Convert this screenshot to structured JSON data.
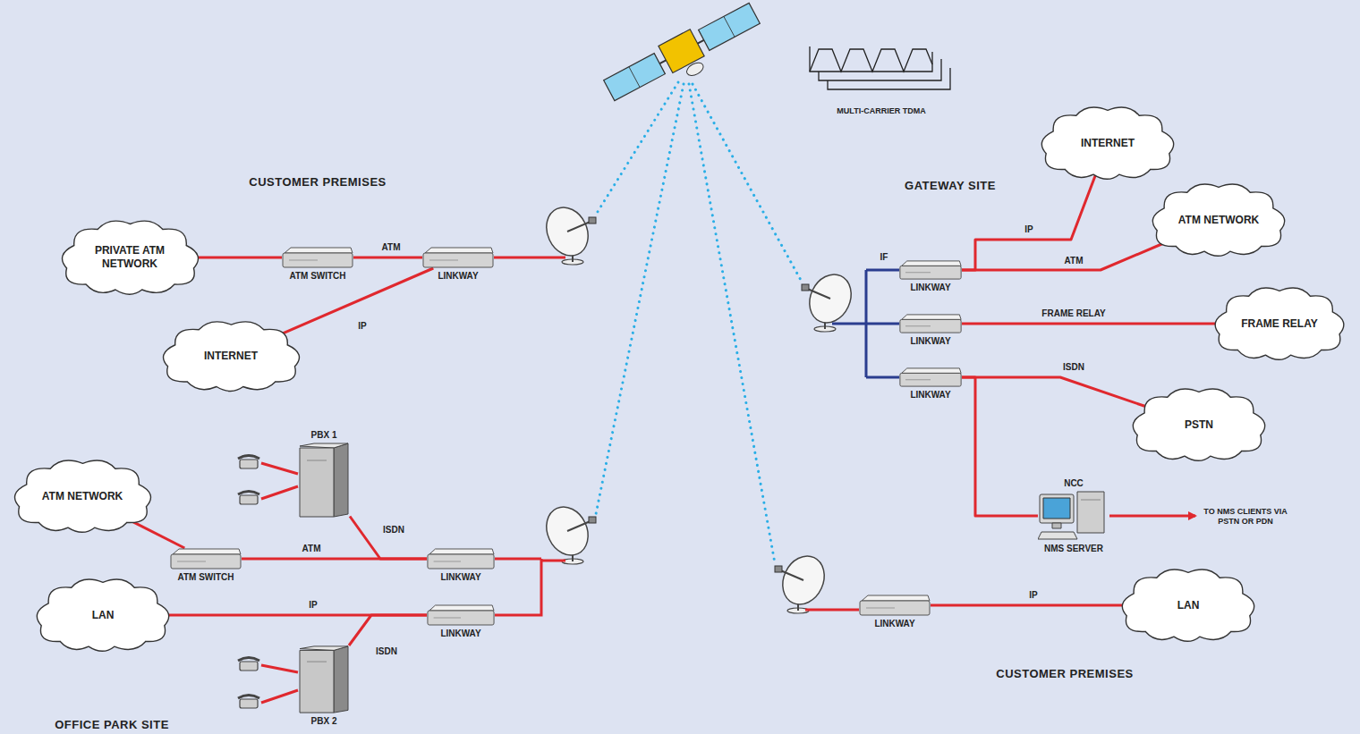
{
  "diagram": {
    "nodes": [
      {
        "text": [
          "PRIVATE ATM NETWORK"
        ]
      },
      {
        "text": [
          "ATM SWITCH"
        ]
      },
      {
        "text": [
          "LINKWAY"
        ]
      },
      {
        "text": [
          "INTERNET"
        ]
      },
      {
        "text": [
          "INTERNET"
        ]
      },
      {
        "text": [
          "ATM NETWORK"
        ]
      },
      {
        "text": [
          "FRAME RELAY"
        ]
      },
      {
        "text": [
          "PSTN"
        ]
      },
      {
        "text": [
          "LINKWAY"
        ]
      },
      {
        "text": [
          "LINKWAY"
        ]
      },
      {
        "text": [
          "LINKWAY"
        ]
      },
      {
        "text": [
          "NCC",
          "NMS SERVER"
        ]
      },
      {
        "text": [
          "ATM NETWORK"
        ]
      },
      {
        "text": [
          "ATM SWITCH"
        ]
      },
      {
        "text": [
          "PBX 1"
        ]
      },
      {
        "text": [
          "LINKWAY"
        ]
      },
      {
        "text": [
          "LAN"
        ]
      },
      {
        "text": [
          "LINKWAY"
        ]
      },
      {
        "text": [
          "PBX 2"
        ]
      },
      {
        "text": [
          "LINKWAY"
        ]
      },
      {
        "text": [
          "LAN"
        ]
      }
    ],
    "edges": [
      {
        "from": 0,
        "to": 1,
        "arrow": "none"
      },
      {
        "from": 1,
        "to": 2,
        "label": "ATM",
        "arrow": "none"
      },
      {
        "from": 3,
        "to": 2,
        "label": "IP",
        "arrow": "none"
      },
      {
        "from": 8,
        "to": 4,
        "label": "IP",
        "arrow": "none"
      },
      {
        "from": 8,
        "to": 5,
        "label": "ATM",
        "arrow": "none"
      },
      {
        "from": 9,
        "to": 6,
        "label": "FRAME RELAY",
        "arrow": "none"
      },
      {
        "from": 10,
        "to": 7,
        "label": "ISDN",
        "arrow": "none"
      },
      {
        "from": 10,
        "to": 11,
        "arrow": "none"
      },
      {
        "from": 12,
        "to": 13,
        "arrow": "none"
      },
      {
        "from": 13,
        "to": 15,
        "label": "ATM",
        "arrow": "none"
      },
      {
        "from": 14,
        "to": 15,
        "label": "ISDN",
        "arrow": "none"
      },
      {
        "from": 16,
        "to": 17,
        "label": "IP",
        "arrow": "none"
      },
      {
        "from": 18,
        "to": 17,
        "label": "ISDN",
        "arrow": "none"
      },
      {
        "from": 19,
        "to": 20,
        "label": "IP",
        "arrow": "none"
      }
    ],
    "labels": [
      "CUSTOMER PREMISES",
      "MULTI-CARRIER TDMA",
      "GATEWAY SITE",
      "IF",
      "TO NMS CLIENTS VIA PSTN OR PDN",
      "OFFICE PARK SITE",
      "CUSTOMER PREMISES"
    ]
  }
}
